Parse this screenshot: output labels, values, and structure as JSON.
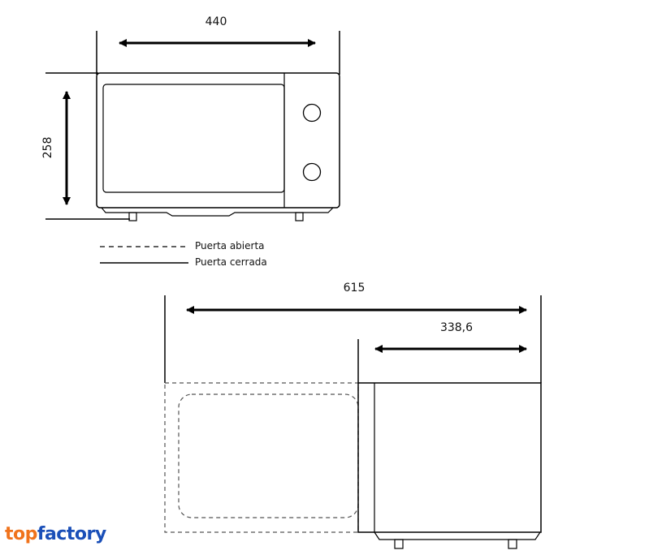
{
  "dimensions": {
    "width_top": "440",
    "height_top": "258",
    "depth_total": "615",
    "depth_body": "338,6"
  },
  "legend": {
    "open_door": "Puerta abierta",
    "closed_door": "Puerta cerrada"
  },
  "logo": {
    "part1": "top",
    "part2": "factory",
    "color1": "#f0731c",
    "color2": "#1a4fb8"
  }
}
